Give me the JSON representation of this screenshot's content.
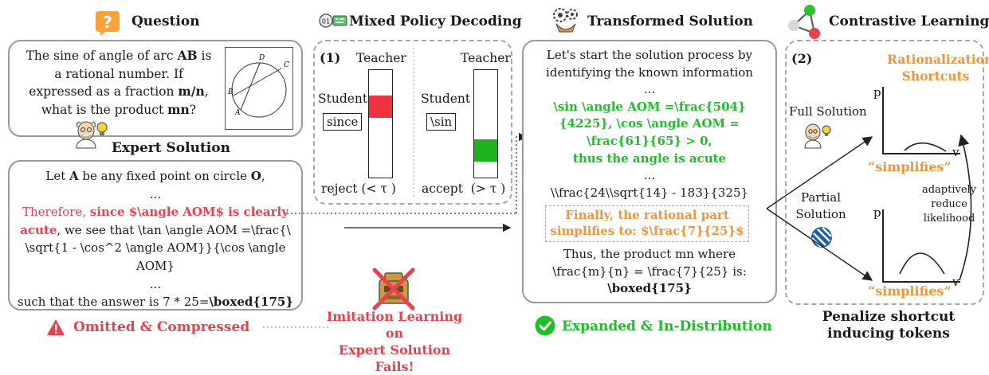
{
  "question": {
    "title": "Question",
    "lines": [
      [
        "The sine of angle of arc ",
        "AB",
        " is"
      ],
      [
        "a rational number. If"
      ],
      [
        "expressed as a fraction ",
        "m/n",
        ","
      ],
      [
        "what is the product ",
        "mn",
        "?"
      ]
    ],
    "figure_labels": [
      "D",
      "C",
      "B",
      "A"
    ]
  },
  "expert": {
    "title": "Expert Solution",
    "line1": [
      "Let ",
      "A",
      " be any fixed point on circle ",
      "O",
      ","
    ],
    "ellipsis1": "...",
    "line3a": "Therefore, ",
    "line3b": "since $\\angle AOM$ is clearly",
    "line4a": "acute",
    "line4b": ", we see that \\tan \\angle AOM =\\frac{\\",
    "line5": "\\sqrt{1 - \\cos^2 \\angle AOM}}{\\cos \\angle",
    "line6": "AOM}",
    "ellipsis2": "...",
    "line8a": "such that the answer is 7 * 25=",
    "line8b": "\\boxed{175}"
  },
  "omitted_label": "Omitted & Compressed",
  "imitation_label": [
    "Imitation Learning on",
    "Expert Solution Fails!"
  ],
  "mixed": {
    "title": "Mixed Policy Decoding",
    "index": "(1)",
    "left": {
      "teacher": "Teacher",
      "student": "Student",
      "token": "since",
      "verdict": "reject (< τ )"
    },
    "right": {
      "teacher": "Teacher",
      "student": "Student",
      "token": "\\sin",
      "verdict": "accept  (> τ )"
    }
  },
  "transformed": {
    "title": "Transformed Solution",
    "line1": "Let's start the solution process by",
    "line2": "identifying the known information",
    "ellipsis1": "...",
    "green_lines": [
      "\\sin \\angle AOM =\\frac{504}",
      "{4225}, \\cos \\angle AOM =",
      "\\frac{61}{65} > 0,",
      "thus the angle is acute"
    ],
    "ellipsis2": "...",
    "line_frac": "\\\\frac{24\\\\sqrt{14} - 183}{325}",
    "orange_lines": [
      "Finally, the rational part",
      "simplifies to: $\\frac{7}{25}$"
    ],
    "line_thus1": "Thus, the product  mn where",
    "line_thus2": "\\frac{m}{n} = \\frac{7}{25} is:",
    "boxed": "\\boxed{175}"
  },
  "expanded_label": "Expanded & In-Distribution",
  "contrastive": {
    "title": "Contrastive Learning",
    "index": "(2)",
    "rational_lines": [
      "Rationalization",
      "Shortcuts"
    ],
    "full_solution": "Full Solution",
    "partial_lines": [
      "Partial",
      "Solution"
    ],
    "axis_p": "p",
    "axis_v": "v",
    "simplifies": "“simplifies”",
    "adaptive_lines": [
      "adaptively",
      "reduce",
      "likelihood"
    ],
    "penalize_lines": [
      "Penalize shortcut",
      "inducing tokens"
    ]
  },
  "colors": {
    "red": "#e8414f",
    "green": "#1fbf2a",
    "orange": "#f0963a",
    "bar_red": "#f0323f",
    "bar_green": "#1db31d",
    "question_badge": "#f7a23b"
  }
}
